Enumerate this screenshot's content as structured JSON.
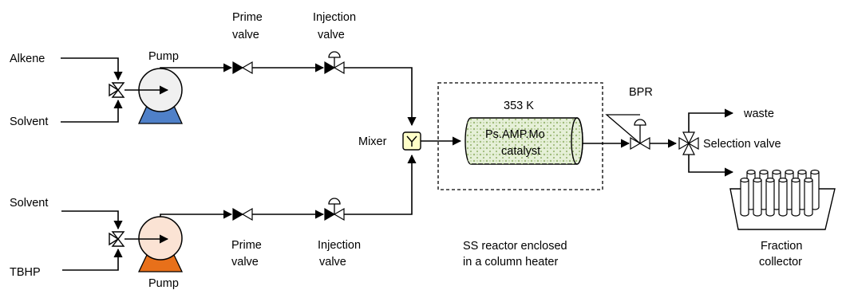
{
  "labels": {
    "alkene": "Alkene",
    "solvent_top": "Solvent",
    "pump_top": "Pump",
    "prime_valve_top_1": "Prime",
    "prime_valve_top_2": "valve",
    "injection_valve_top_1": "Injection",
    "injection_valve_top_2": "valve",
    "mixer": "Mixer",
    "temperature": "353 K",
    "catalyst_1": "Ps.AMP.Mo",
    "catalyst_2": "catalyst",
    "bpr": "BPR",
    "waste": "waste",
    "selection_valve": "Selection valve",
    "solvent_bottom": "Solvent",
    "tbhp": "TBHP",
    "pump_bottom": "Pump",
    "prime_valve_bottom_1": "Prime",
    "prime_valve_bottom_2": "valve",
    "injection_valve_bottom_1": "Injection",
    "injection_valve_bottom_2": "valve",
    "reactor_caption_1": "SS reactor enclosed",
    "reactor_caption_2": "in a column heater",
    "fraction_collector_1": "Fraction",
    "fraction_collector_2": "collector"
  },
  "colors": {
    "pump_top_body": "#f0f0f0",
    "pump_top_base": "#4f80c8",
    "pump_bottom_body": "#fbe3d4",
    "pump_bottom_base": "#e8701a",
    "mixer_fill": "#ffffc8",
    "reactor_fill": "#e6f0d8",
    "reactor_dots": "#9fbb7a"
  }
}
